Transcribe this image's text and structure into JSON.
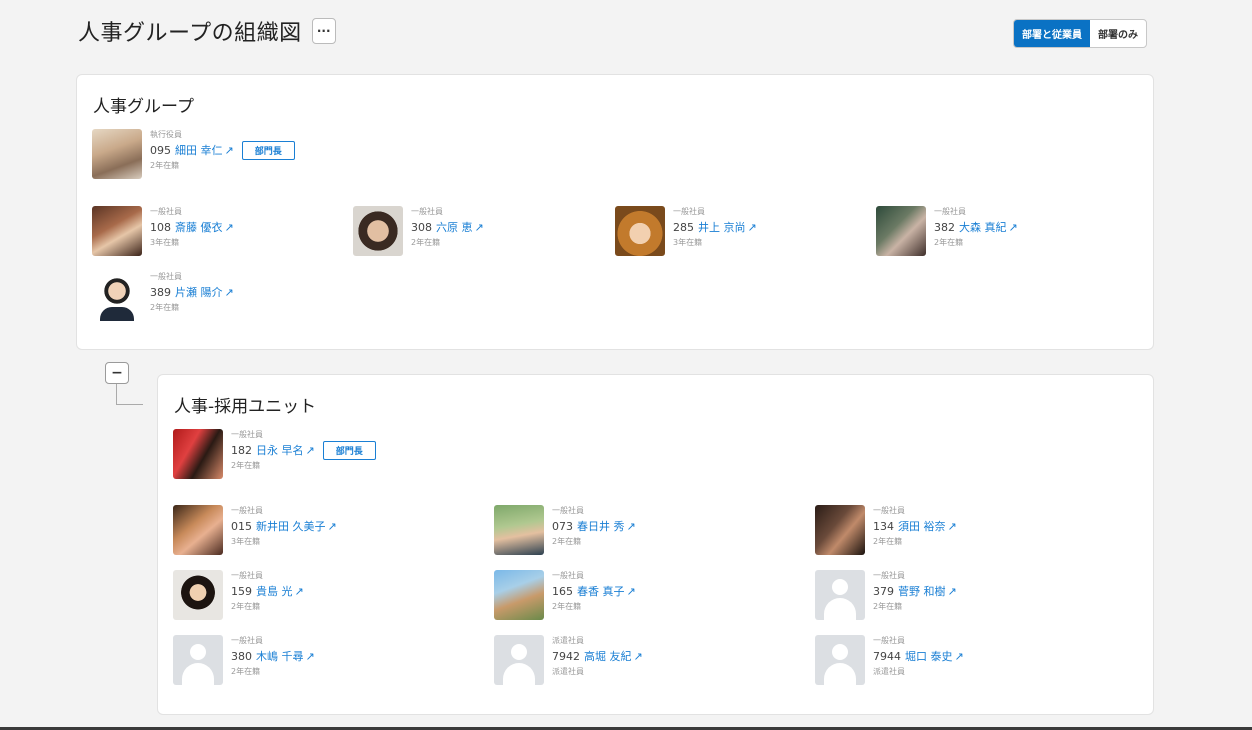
{
  "header": {
    "title": "人事グループの組織図",
    "more_label": "···",
    "toggle": {
      "option_1": "部署と従業員",
      "option_2": "部署のみ",
      "active": "option_1"
    }
  },
  "departments": [
    {
      "name": "人事グループ",
      "head": {
        "title": "執行役員",
        "number": "095",
        "name": "細田 幸仁",
        "years": "2年在籍",
        "badge": "部門長",
        "photo": "ph1"
      },
      "members": [
        {
          "title": "一般社員",
          "number": "108",
          "name": "斎藤 優衣",
          "years": "3年在籍",
          "photo": "ph2"
        },
        {
          "title": "一般社員",
          "number": "308",
          "name": "六原 恵",
          "years": "2年在籍",
          "photo": "ph3"
        },
        {
          "title": "一般社員",
          "number": "285",
          "name": "井上 京尚",
          "years": "3年在籍",
          "photo": "ph4"
        },
        {
          "title": "一般社員",
          "number": "382",
          "name": "大森 真紀",
          "years": "2年在籍",
          "photo": "ph5"
        },
        {
          "title": "一般社員",
          "number": "389",
          "name": "片瀬 陽介",
          "years": "2年在籍",
          "photo": "ph6"
        }
      ]
    },
    {
      "name": "人事-採用ユニット",
      "head": {
        "title": "一般社員",
        "number": "182",
        "name": "日永 早名",
        "years": "2年在籍",
        "badge": "部門長",
        "photo": "ph7"
      },
      "members": [
        {
          "title": "一般社員",
          "number": "015",
          "name": "新井田 久美子",
          "years": "3年在籍",
          "photo": "ph8"
        },
        {
          "title": "一般社員",
          "number": "073",
          "name": "春日井 秀",
          "years": "2年在籍",
          "photo": "ph9"
        },
        {
          "title": "一般社員",
          "number": "134",
          "name": "須田 裕奈",
          "years": "2年在籍",
          "photo": "ph10"
        },
        {
          "title": "一般社員",
          "number": "159",
          "name": "貴島 光",
          "years": "2年在籍",
          "photo": "ph11"
        },
        {
          "title": "一般社員",
          "number": "165",
          "name": "春香 真子",
          "years": "2年在籍",
          "photo": "ph12"
        },
        {
          "title": "一般社員",
          "number": "379",
          "name": "菅野 和樹",
          "years": "2年在籍",
          "photo": "placeholder"
        },
        {
          "title": "一般社員",
          "number": "380",
          "name": "木嶋 千尋",
          "years": "2年在籍",
          "photo": "placeholder"
        },
        {
          "title": "派遣社員",
          "number": "7942",
          "name": "高堀 友紀",
          "years": "派遣社員",
          "photo": "placeholder"
        },
        {
          "title": "一般社員",
          "number": "7944",
          "name": "堀口 泰史",
          "years": "派遣社員",
          "photo": "placeholder"
        }
      ]
    }
  ],
  "icons": {
    "external_link": "external-link-icon",
    "collapse": "−"
  },
  "colors": {
    "accent": "#0a72c4",
    "link": "#1a7fd4",
    "background": "#f3f3f3"
  }
}
